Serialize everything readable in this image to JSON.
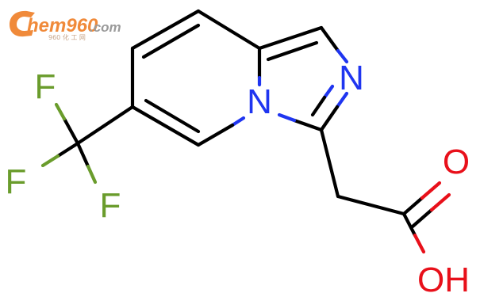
{
  "logo": {
    "text": "hem960",
    "suffix": ".com",
    "subtitle": "960 化 工 网",
    "colors": {
      "primary": "#f08a3a",
      "secondary": "#9a9a9a",
      "sub": "#c8a68a"
    }
  },
  "atoms": {
    "nitrogen_ring": "N",
    "nitrogen_imine": "N",
    "oxygen_carbonyl": "O",
    "hydroxyl": "OH",
    "fluorine_1": "F",
    "fluorine_2": "F",
    "fluorine_3": "F"
  },
  "colors": {
    "bond": "#000000",
    "nitrogen": "#1f35f0",
    "oxygen": "#e8101a",
    "fluorine": "#6a9c2c"
  }
}
